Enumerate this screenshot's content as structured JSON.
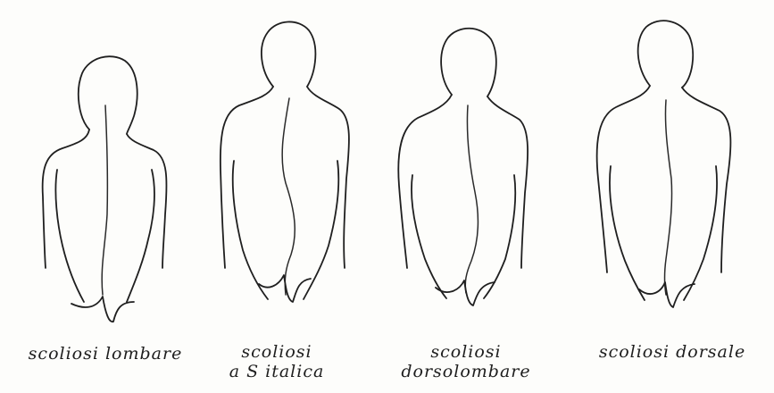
{
  "figures": [
    {
      "id": "lombare",
      "label_lines": [
        "scoliosi lombare"
      ]
    },
    {
      "id": "s-italica",
      "label_lines": [
        "scoliosi",
        "a S italica"
      ]
    },
    {
      "id": "dorsolombare",
      "label_lines": [
        "scoliosi",
        "dorsolombare"
      ]
    },
    {
      "id": "dorsale",
      "label_lines": [
        "scoliosi dorsale"
      ]
    }
  ],
  "colors": {
    "ink": "#1f1f1f",
    "paper": "#fdfdfb"
  }
}
